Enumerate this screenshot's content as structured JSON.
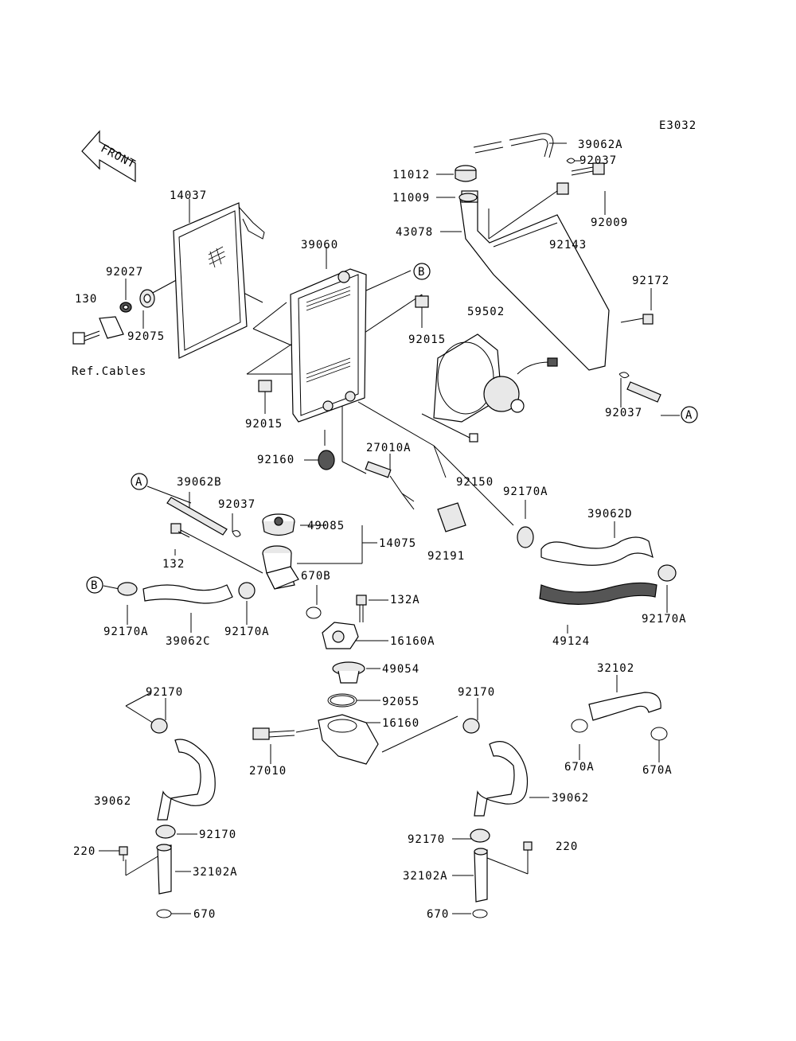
{
  "diagram_code": "E3032",
  "front_label": "FRONT",
  "ref_note": "Ref.Cables",
  "circle_markers": [
    "B",
    "A",
    "A",
    "B"
  ],
  "labels": [
    {
      "id": "14037",
      "text": "14037"
    },
    {
      "id": "92027",
      "text": "92027"
    },
    {
      "id": "130",
      "text": "130"
    },
    {
      "id": "92075",
      "text": "92075"
    },
    {
      "id": "39060",
      "text": "39060"
    },
    {
      "id": "92015a",
      "text": "92015"
    },
    {
      "id": "92015b",
      "text": "92015"
    },
    {
      "id": "92160",
      "text": "92160"
    },
    {
      "id": "27010A",
      "text": "27010A"
    },
    {
      "id": "92150",
      "text": "92150"
    },
    {
      "id": "59502",
      "text": "59502"
    },
    {
      "id": "39062A",
      "text": "39062A"
    },
    {
      "id": "92037a",
      "text": "92037"
    },
    {
      "id": "11012",
      "text": "11012"
    },
    {
      "id": "11009",
      "text": "11009"
    },
    {
      "id": "43078",
      "text": "43078"
    },
    {
      "id": "92009",
      "text": "92009"
    },
    {
      "id": "92143",
      "text": "92143"
    },
    {
      "id": "92172",
      "text": "92172"
    },
    {
      "id": "92037b",
      "text": "92037"
    },
    {
      "id": "39062B",
      "text": "39062B"
    },
    {
      "id": "92037c",
      "text": "92037"
    },
    {
      "id": "132",
      "text": "132"
    },
    {
      "id": "49085",
      "text": "49085"
    },
    {
      "id": "14075",
      "text": "14075"
    },
    {
      "id": "92191",
      "text": "92191"
    },
    {
      "id": "92170Aa",
      "text": "92170A"
    },
    {
      "id": "39062D",
      "text": "39062D"
    },
    {
      "id": "670B",
      "text": "670B"
    },
    {
      "id": "132A",
      "text": "132A"
    },
    {
      "id": "16160A",
      "text": "16160A"
    },
    {
      "id": "92170Ab",
      "text": "92170A"
    },
    {
      "id": "39062C",
      "text": "39062C"
    },
    {
      "id": "92170Ac",
      "text": "92170A"
    },
    {
      "id": "49124",
      "text": "49124"
    },
    {
      "id": "92170Ad",
      "text": "92170A"
    },
    {
      "id": "49054",
      "text": "49054"
    },
    {
      "id": "92055",
      "text": "92055"
    },
    {
      "id": "16160",
      "text": "16160"
    },
    {
      "id": "32102",
      "text": "32102"
    },
    {
      "id": "92170a",
      "text": "92170"
    },
    {
      "id": "92170b",
      "text": "92170"
    },
    {
      "id": "27010",
      "text": "27010"
    },
    {
      "id": "670Aa",
      "text": "670A"
    },
    {
      "id": "670Ab",
      "text": "670A"
    },
    {
      "id": "39062a",
      "text": "39062"
    },
    {
      "id": "39062b",
      "text": "39062"
    },
    {
      "id": "92170c",
      "text": "92170"
    },
    {
      "id": "92170d",
      "text": "92170"
    },
    {
      "id": "220a",
      "text": "220"
    },
    {
      "id": "220b",
      "text": "220"
    },
    {
      "id": "32102Aa",
      "text": "32102A"
    },
    {
      "id": "32102Ab",
      "text": "32102A"
    },
    {
      "id": "670a",
      "text": "670"
    },
    {
      "id": "670b",
      "text": "670"
    }
  ]
}
